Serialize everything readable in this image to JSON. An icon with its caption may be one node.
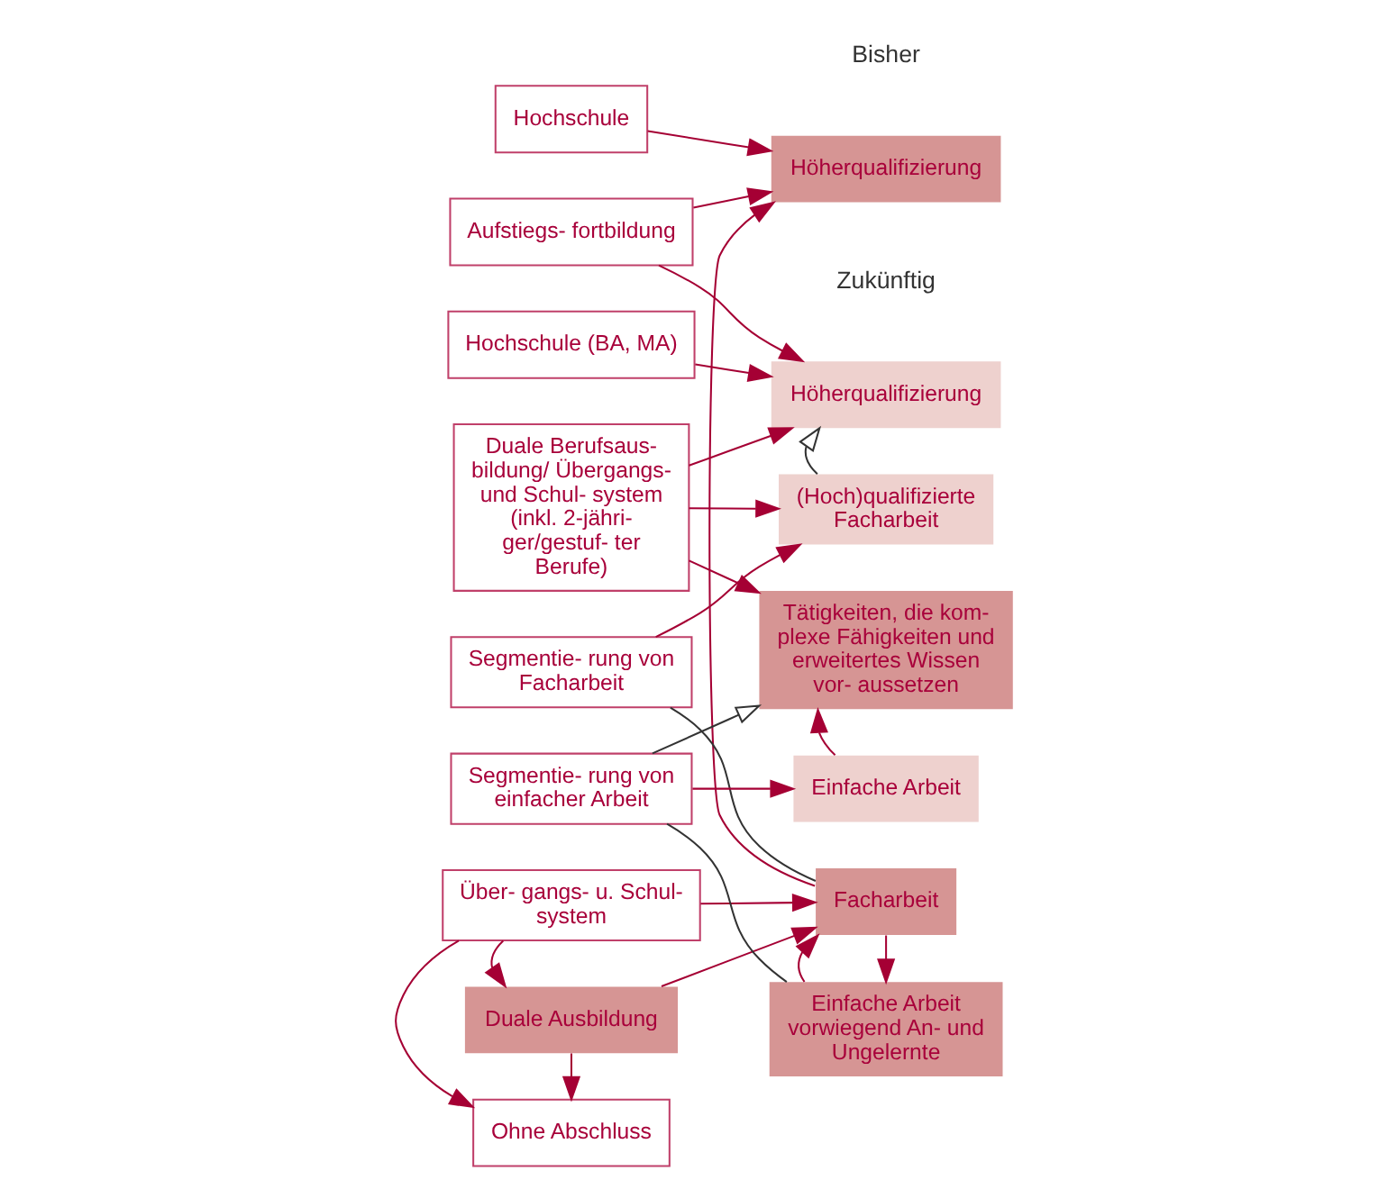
{
  "diagram": {
    "nodes": [
      {
        "text": [
          "Hochschule"
        ]
      },
      {
        "text": [
          "Höherqualifizierung"
        ]
      },
      {
        "text": [
          "Aufstiegs- fortbildung"
        ]
      },
      {
        "text": [
          "Höherqualifizierung"
        ]
      },
      {
        "text": [
          "Hochschule (BA, MA)"
        ]
      },
      {
        "text": [
          "Duale Ausbildung"
        ]
      },
      {
        "text": [
          "Facharbeit"
        ]
      },
      {
        "text": [
          "Segmentie- rung von Facharbeit"
        ]
      },
      {
        "text": [
          "(Hoch)qualifizierte Facharbeit"
        ]
      },
      {
        "text": [
          "Duale Berufsaus- bildung/ Übergangs- und Schul- system (inkl. 2-jähri- ger/gestuf- ter Berufe)"
        ]
      },
      {
        "text": [
          "Über- gangs- u. Schul- system"
        ]
      },
      {
        "text": [
          "Tätigkeiten, die kom- plexe Fähigkeiten und erweitertes Wissen vor- aussetzen"
        ]
      },
      {
        "text": [
          "Ohne Abschluss"
        ]
      },
      {
        "text": [
          "Einfache Arbeit vorwiegend An- und Ungelernte"
        ]
      },
      {
        "text": [
          "Segmentie- rung von einfacher Arbeit"
        ]
      },
      {
        "text": [
          "Einfache Arbeit"
        ]
      }
    ],
    "edges": [
      {
        "from": 0,
        "to": 1,
        "arrow": "to"
      },
      {
        "from": 2,
        "to": 1,
        "arrow": "to"
      },
      {
        "from": 2,
        "to": 3,
        "arrow": "to"
      },
      {
        "from": 4,
        "to": 3,
        "arrow": "to"
      },
      {
        "from": 6,
        "to": 1,
        "arrow": "to"
      },
      {
        "from": 8,
        "to": 3,
        "arrow": "to",
        "color": "#333333"
      },
      {
        "from": 9,
        "to": 3,
        "arrow": "to"
      },
      {
        "from": 5,
        "to": 6,
        "arrow": "to"
      },
      {
        "from": 10,
        "to": 6,
        "arrow": "to"
      },
      {
        "from": 10,
        "to": 5,
        "arrow": "to"
      },
      {
        "from": 5,
        "to": 12,
        "arrow": "to"
      },
      {
        "from": 10,
        "to": 12,
        "arrow": "to"
      },
      {
        "from": 6,
        "to": 13,
        "arrow": "to"
      },
      {
        "from": 13,
        "to": 6,
        "arrow": "to"
      },
      {
        "from": 6,
        "to": 7,
        "arrow": "none",
        "color": "#333333"
      },
      {
        "from": 13,
        "to": 14,
        "arrow": "none",
        "color": "#333333"
      },
      {
        "from": 7,
        "to": 8,
        "arrow": "to"
      },
      {
        "from": 14,
        "to": 11,
        "arrow": "to",
        "color": "#333333"
      },
      {
        "from": 14,
        "to": 15,
        "arrow": "to"
      },
      {
        "from": 9,
        "to": 8,
        "arrow": "to"
      },
      {
        "from": 9,
        "to": 11,
        "arrow": "to"
      },
      {
        "from": 15,
        "to": 11,
        "arrow": "to"
      }
    ],
    "labels": [
      "Bisher",
      "Zukünftig"
    ]
  }
}
